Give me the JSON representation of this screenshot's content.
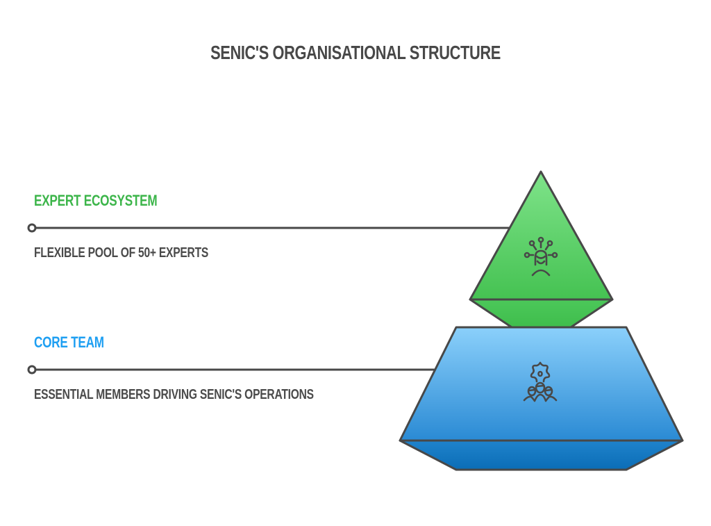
{
  "title": "SENIC'S ORGANISATIONAL STRUCTURE",
  "levels": [
    {
      "label": "EXPERT ECOSYSTEM",
      "description": "FLEXIBLE POOL OF 50+ EXPERTS",
      "color": "#3cb54a",
      "fill_top": "#7fe38a",
      "fill_bottom": "#45c252",
      "icon": "expert-network-icon"
    },
    {
      "label": "CORE TEAM",
      "description": "ESSENTIAL MEMBERS DRIVING SENIC'S OPERATIONS",
      "color": "#1e9ff2",
      "fill_top": "#8bd0fb",
      "fill_bottom": "#0e6fb8",
      "icon": "team-gear-icon"
    }
  ],
  "stroke_color": "#484848"
}
